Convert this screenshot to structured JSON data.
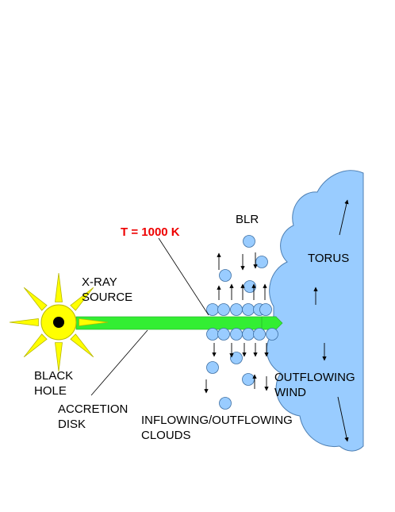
{
  "diagram": {
    "colors": {
      "sun": "#ffff00",
      "sun_stroke": "#b8b800",
      "black_hole": "#000000",
      "disk": "#33ee33",
      "disk_stroke": "#22aa22",
      "torus": "#99ccff",
      "torus_stroke": "#4d7fb3",
      "cloud": "#99ccff",
      "cloud_stroke": "#3d6fa3",
      "temp_label": "#ee0000",
      "text": "#000000"
    },
    "labels": {
      "temperature": "T = 1000 K",
      "blr": "BLR",
      "torus": "TORUS",
      "xray_line1": "X-RAY",
      "xray_line2": "SOURCE",
      "black_hole_line1": "BLACK",
      "black_hole_line2": "HOLE",
      "disk_line1": "ACCRETION",
      "disk_line2": "DISK",
      "wind_line1": "OUTFLOWING",
      "wind_line2": "WIND",
      "clouds_line1": "INFLOWING/OUTFLOWING",
      "clouds_line2": "CLOUDS"
    }
  }
}
